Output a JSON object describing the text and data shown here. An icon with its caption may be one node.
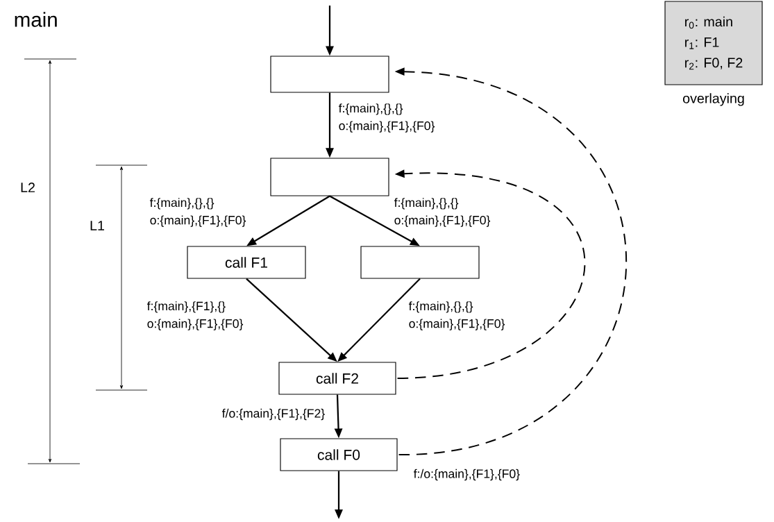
{
  "diagram": {
    "title": "main",
    "nodes": [
      {
        "text": [],
        "shape": "box"
      },
      {
        "text": [],
        "shape": "box"
      },
      {
        "text": [
          "call F1"
        ]
      },
      {
        "text": [],
        "shape": "box"
      },
      {
        "text": [
          "call F2"
        ]
      },
      {
        "text": [
          "call F0"
        ]
      },
      {
        "text": [
          "r$_{0}$: main",
          "r$_{1}$: F1",
          "r$_{2}$: F0, F2"
        ],
        "beside": [
          "overlaying"
        ]
      }
    ],
    "edges": [
      {
        "from": null,
        "to": 0,
        "arrow": "to"
      },
      {
        "from": 0,
        "to": 1,
        "arrow": "to",
        "label": "f:{main},{},{} o:{main},{F1},{F0}"
      },
      {
        "from": 1,
        "to": 2,
        "arrow": "to",
        "label": "f:{main},{},{} o:{main},{F1},{F0}"
      },
      {
        "from": 1,
        "to": 3,
        "arrow": "to",
        "label": "f:{main},{},{} o:{main},{F1},{F0}"
      },
      {
        "from": 2,
        "to": 4,
        "arrow": "to",
        "label": "f:{main},{F1},{} o:{main},{F1},{F0}"
      },
      {
        "from": 3,
        "to": 4,
        "arrow": "to",
        "label": "f:{main},{},{} o:{main},{F1},{F0}"
      },
      {
        "from": 4,
        "to": 5,
        "arrow": "to",
        "label": "f/o:{main},{F1},{F2}"
      },
      {
        "from": 5,
        "to": null,
        "arrow": "to"
      },
      {
        "from": 4,
        "to": 1,
        "arrow": "to",
        "style": "dashed"
      },
      {
        "from": 5,
        "to": 0,
        "arrow": "to",
        "style": "dashed",
        "label": "f:/o:{main},{F1},{F0}"
      }
    ],
    "labels": [
      "L2",
      "L1"
    ]
  }
}
